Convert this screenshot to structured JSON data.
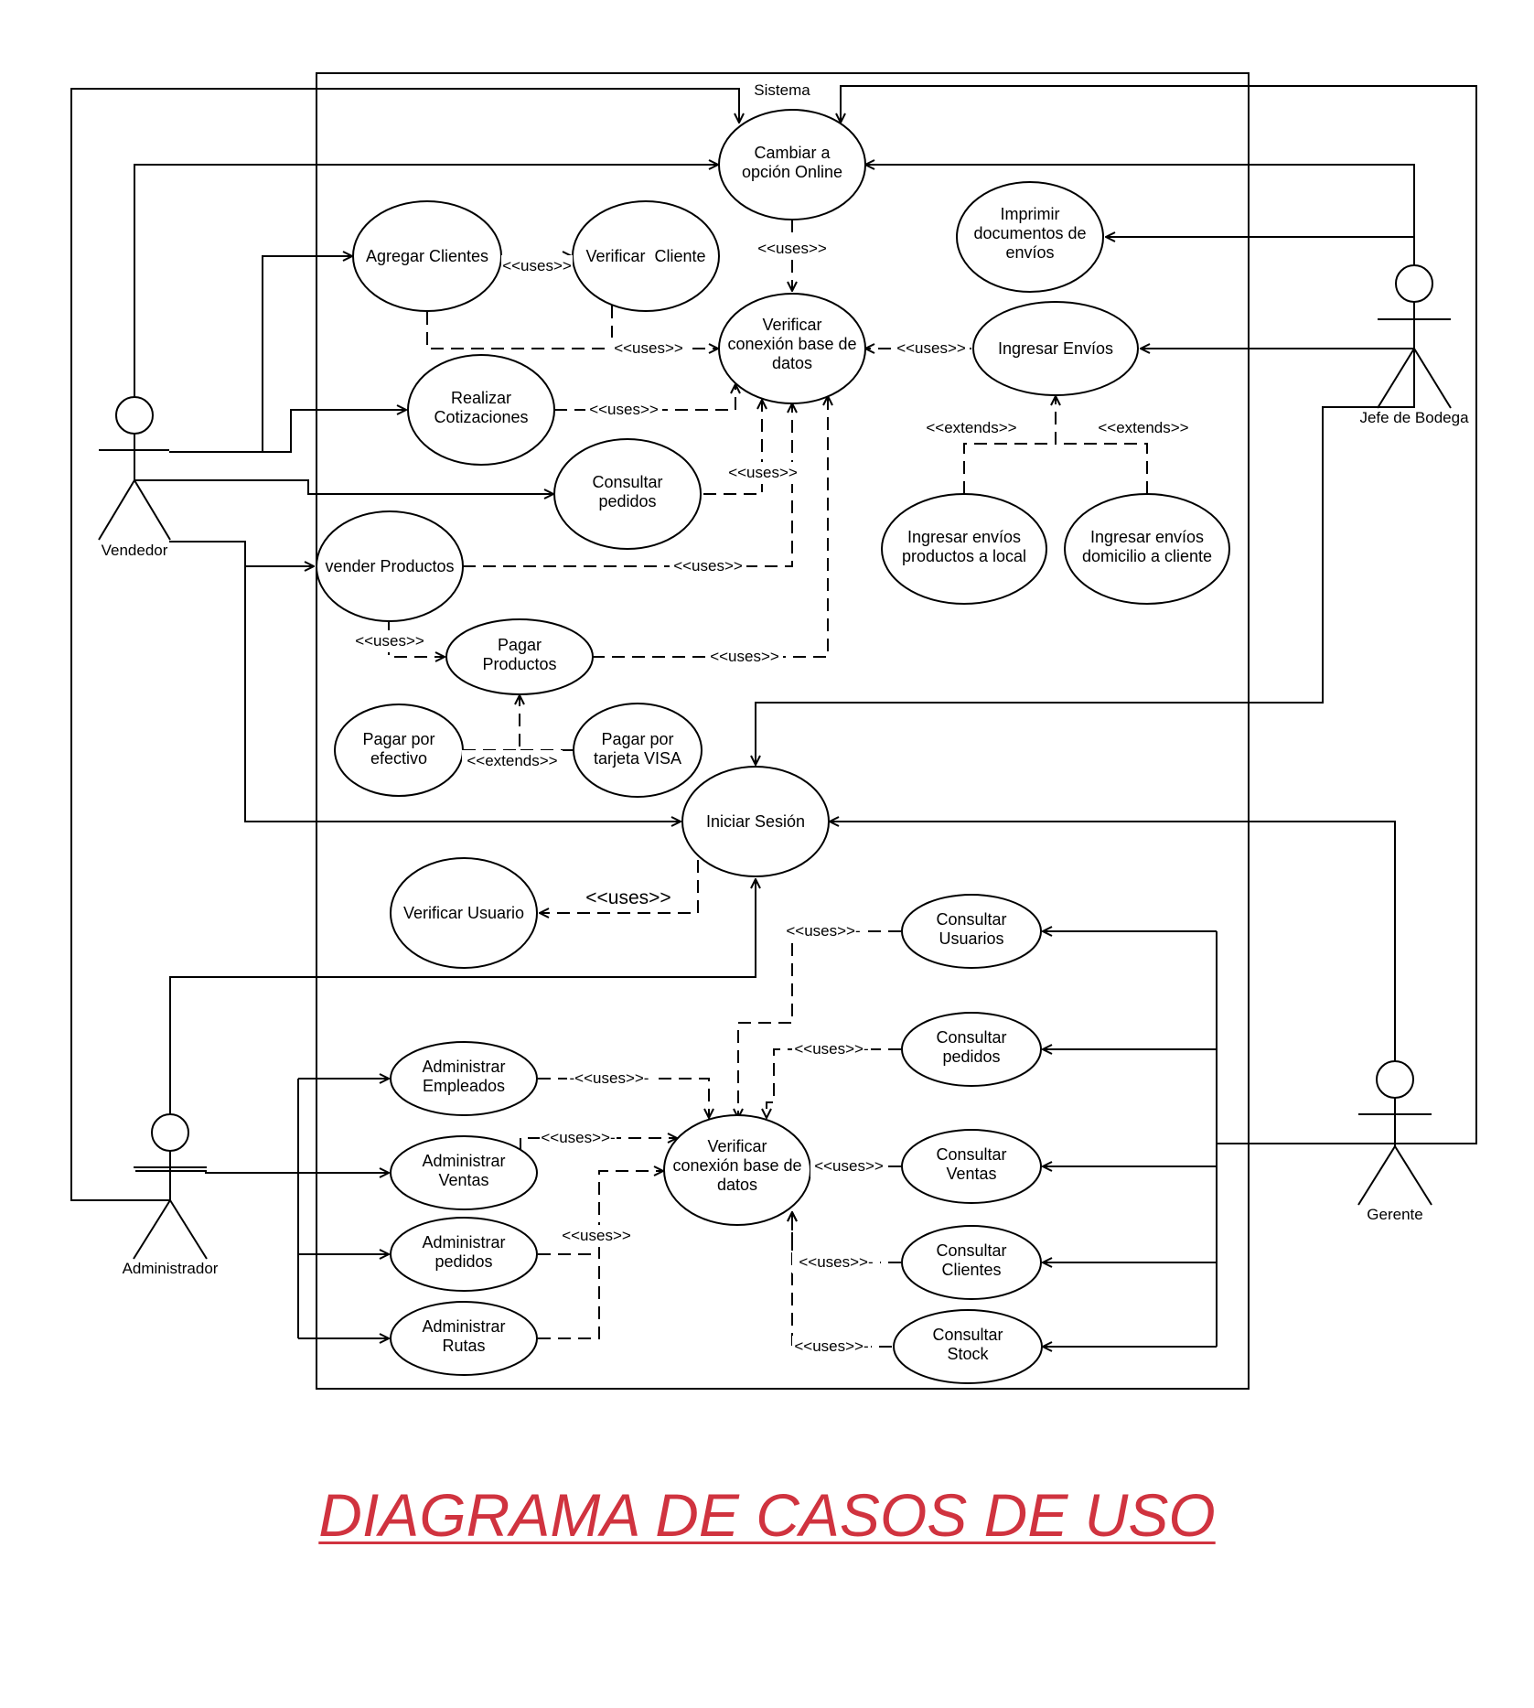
{
  "title": "DIAGRAMA DE CASOS DE USO",
  "colors": {
    "title": "#d0333f",
    "stroke": "#000000",
    "background": "#ffffff"
  },
  "system": {
    "label": "Sistema"
  },
  "actors": {
    "vendedor": "Vendedor",
    "jefe": "Jefe de Bodega",
    "admin": "Administrador",
    "gerente": "Gerente"
  },
  "use_cases": {
    "cambiar": [
      "Cambiar a",
      "opción Online"
    ],
    "verificar_top": [
      "Verificar",
      "conexión base de",
      "datos"
    ],
    "agregar_clientes": [
      "Agregar Clientes"
    ],
    "verificar_cliente": [
      "Verificar  Cliente"
    ],
    "realizar_cotizaciones": [
      "Realizar",
      "Cotizaciones"
    ],
    "consultar_pedidos_v": [
      "Consultar",
      "pedidos"
    ],
    "vender_productos": [
      "vender Productos"
    ],
    "pagar_productos": [
      "Pagar",
      "Productos"
    ],
    "pagar_efectivo": [
      "Pagar por",
      "efectivo"
    ],
    "pagar_visa": [
      "Pagar por",
      "tarjeta VISA"
    ],
    "imprimir": [
      "Imprimir",
      "documentos de",
      "envíos"
    ],
    "ingresar_envios": [
      "Ingresar Envíos"
    ],
    "envios_local": [
      "Ingresar envíos",
      "productos a local"
    ],
    "envios_domicilio": [
      "Ingresar envíos",
      "domicilio a cliente"
    ],
    "iniciar_sesion": [
      "Iniciar Sesión"
    ],
    "verificar_usuario": [
      "Verificar Usuario"
    ],
    "consultar_usuarios": [
      "Consultar",
      "Usuarios"
    ],
    "consultar_pedidos_g": [
      "Consultar",
      "pedidos"
    ],
    "consultar_ventas": [
      "Consultar",
      "Ventas"
    ],
    "consultar_clientes": [
      "Consultar",
      "Clientes"
    ],
    "consultar_stock": [
      "Consultar",
      "Stock"
    ],
    "admin_empleados": [
      "Administrar",
      "Empleados"
    ],
    "admin_ventas": [
      "Administrar",
      "Ventas"
    ],
    "admin_pedidos": [
      "Administrar",
      "pedidos"
    ],
    "admin_rutas": [
      "Administrar",
      "Rutas"
    ],
    "verificar_bottom": [
      "Verificar",
      "conexión base de",
      "datos"
    ]
  },
  "relations": {
    "uses": "<<uses>>",
    "extends": "<<extends>>",
    "uses_dash": "<<uses>>-",
    "dash_uses_dash": "-<<uses>>-"
  }
}
